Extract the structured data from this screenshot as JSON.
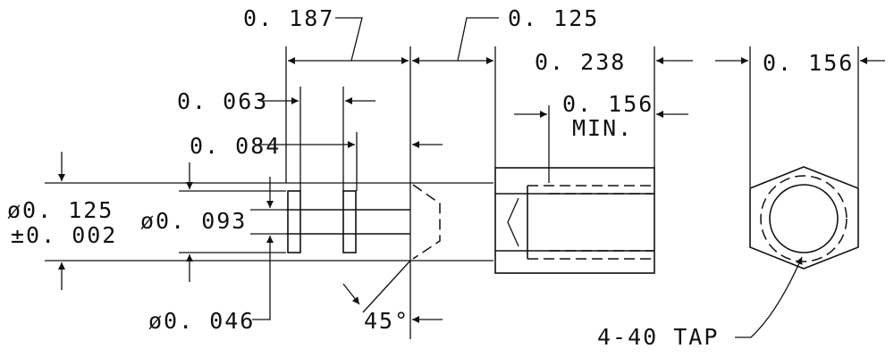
{
  "dimensions": {
    "d_0_187": "0. 187",
    "d_0_125": "0. 125",
    "d_0_238": "0. 238",
    "d_0_156_top": "0. 156",
    "d_0_063": "0. 063",
    "d_0_084": "0. 084",
    "d_0_156_min_value": "0. 156",
    "d_0_156_min_note": "MIN.",
    "dia_0_125": "ø0. 125",
    "tol_0_002": "±0. 002",
    "dia_0_093": "ø0. 093",
    "dia_0_046": "ø0. 046",
    "angle_45": "45°",
    "tap_note": "4-40 TAP"
  }
}
